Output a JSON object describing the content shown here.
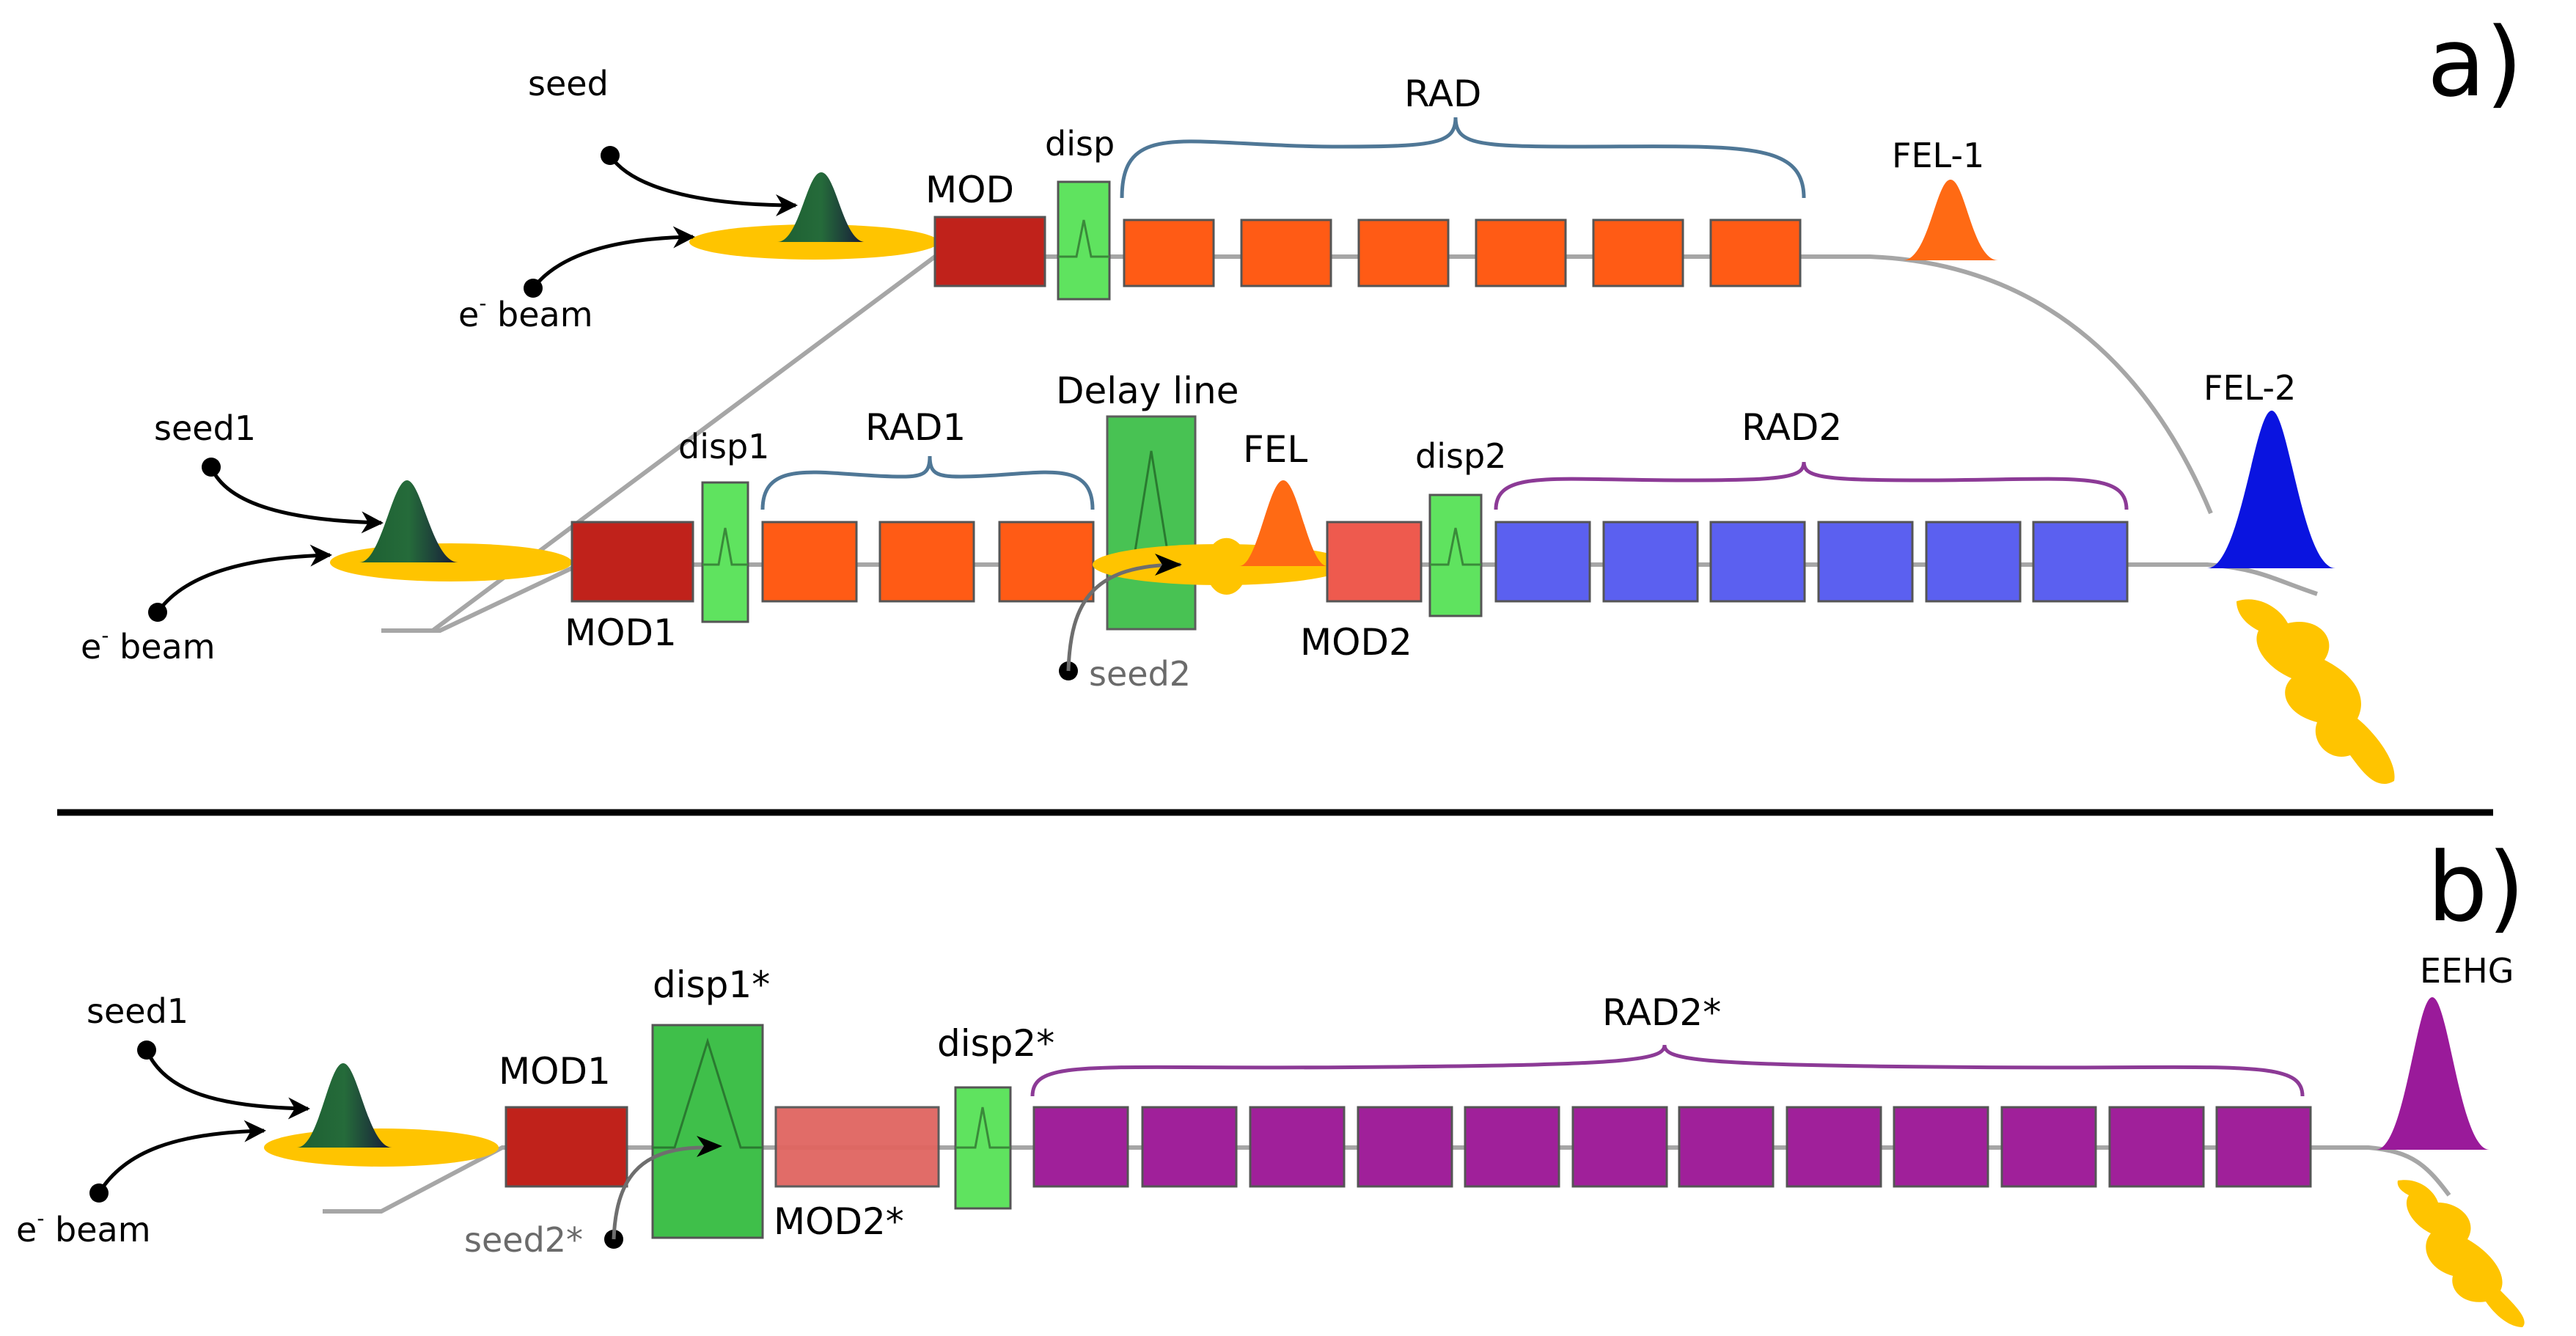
{
  "panels": {
    "a": "a)",
    "b": "b)"
  },
  "top": {
    "seed": "seed",
    "ebeam_e": "e",
    "ebeam_minus": "-",
    "ebeam_beam": " beam",
    "mod": "MOD",
    "disp": "disp",
    "rad": "RAD",
    "fel1": "FEL-1",
    "fel2": "FEL-2"
  },
  "middle": {
    "seed1": "seed1",
    "ebeam_e": "e",
    "ebeam_minus": "-",
    "ebeam_beam": " beam",
    "mod1": "MOD1",
    "disp1": "disp1",
    "rad1": "RAD1",
    "delay_line": "Delay line",
    "seed2": "seed2",
    "fel": "FEL",
    "mod2": "MOD2",
    "disp2": "disp2",
    "rad2": "RAD2"
  },
  "bottom": {
    "seed1": "seed1",
    "ebeam_e": "e",
    "ebeam_minus": "-",
    "ebeam_beam": " beam",
    "mod1": "MOD1",
    "disp1": "disp1*",
    "seed2": "seed2*",
    "mod2": "MOD2*",
    "disp2": "disp2*",
    "rad2": "RAD2*",
    "eehg": "EEHG"
  },
  "colors": {
    "modulator": "#c0221b",
    "mod2_light": "#ee5a4e",
    "mod2_star": "#e06560",
    "dispersive": "#5fe35f",
    "delay": "#3fbf4a",
    "rad_orange": "#ff5b15",
    "rad_blue": "#5b60f0",
    "rad_purple": "#a0209a",
    "ebeam": "#ffc400",
    "fel_blue": "#0a14e0",
    "eehg_purple": "#9a1a9a",
    "beamline": "#a6a6a6"
  },
  "icons": [
    "seed-pulse-icon",
    "ebeam-ellipse-icon",
    "fel-pulse-icon",
    "arrow-icon",
    "dot-icon",
    "microbunch-blob-icon"
  ]
}
